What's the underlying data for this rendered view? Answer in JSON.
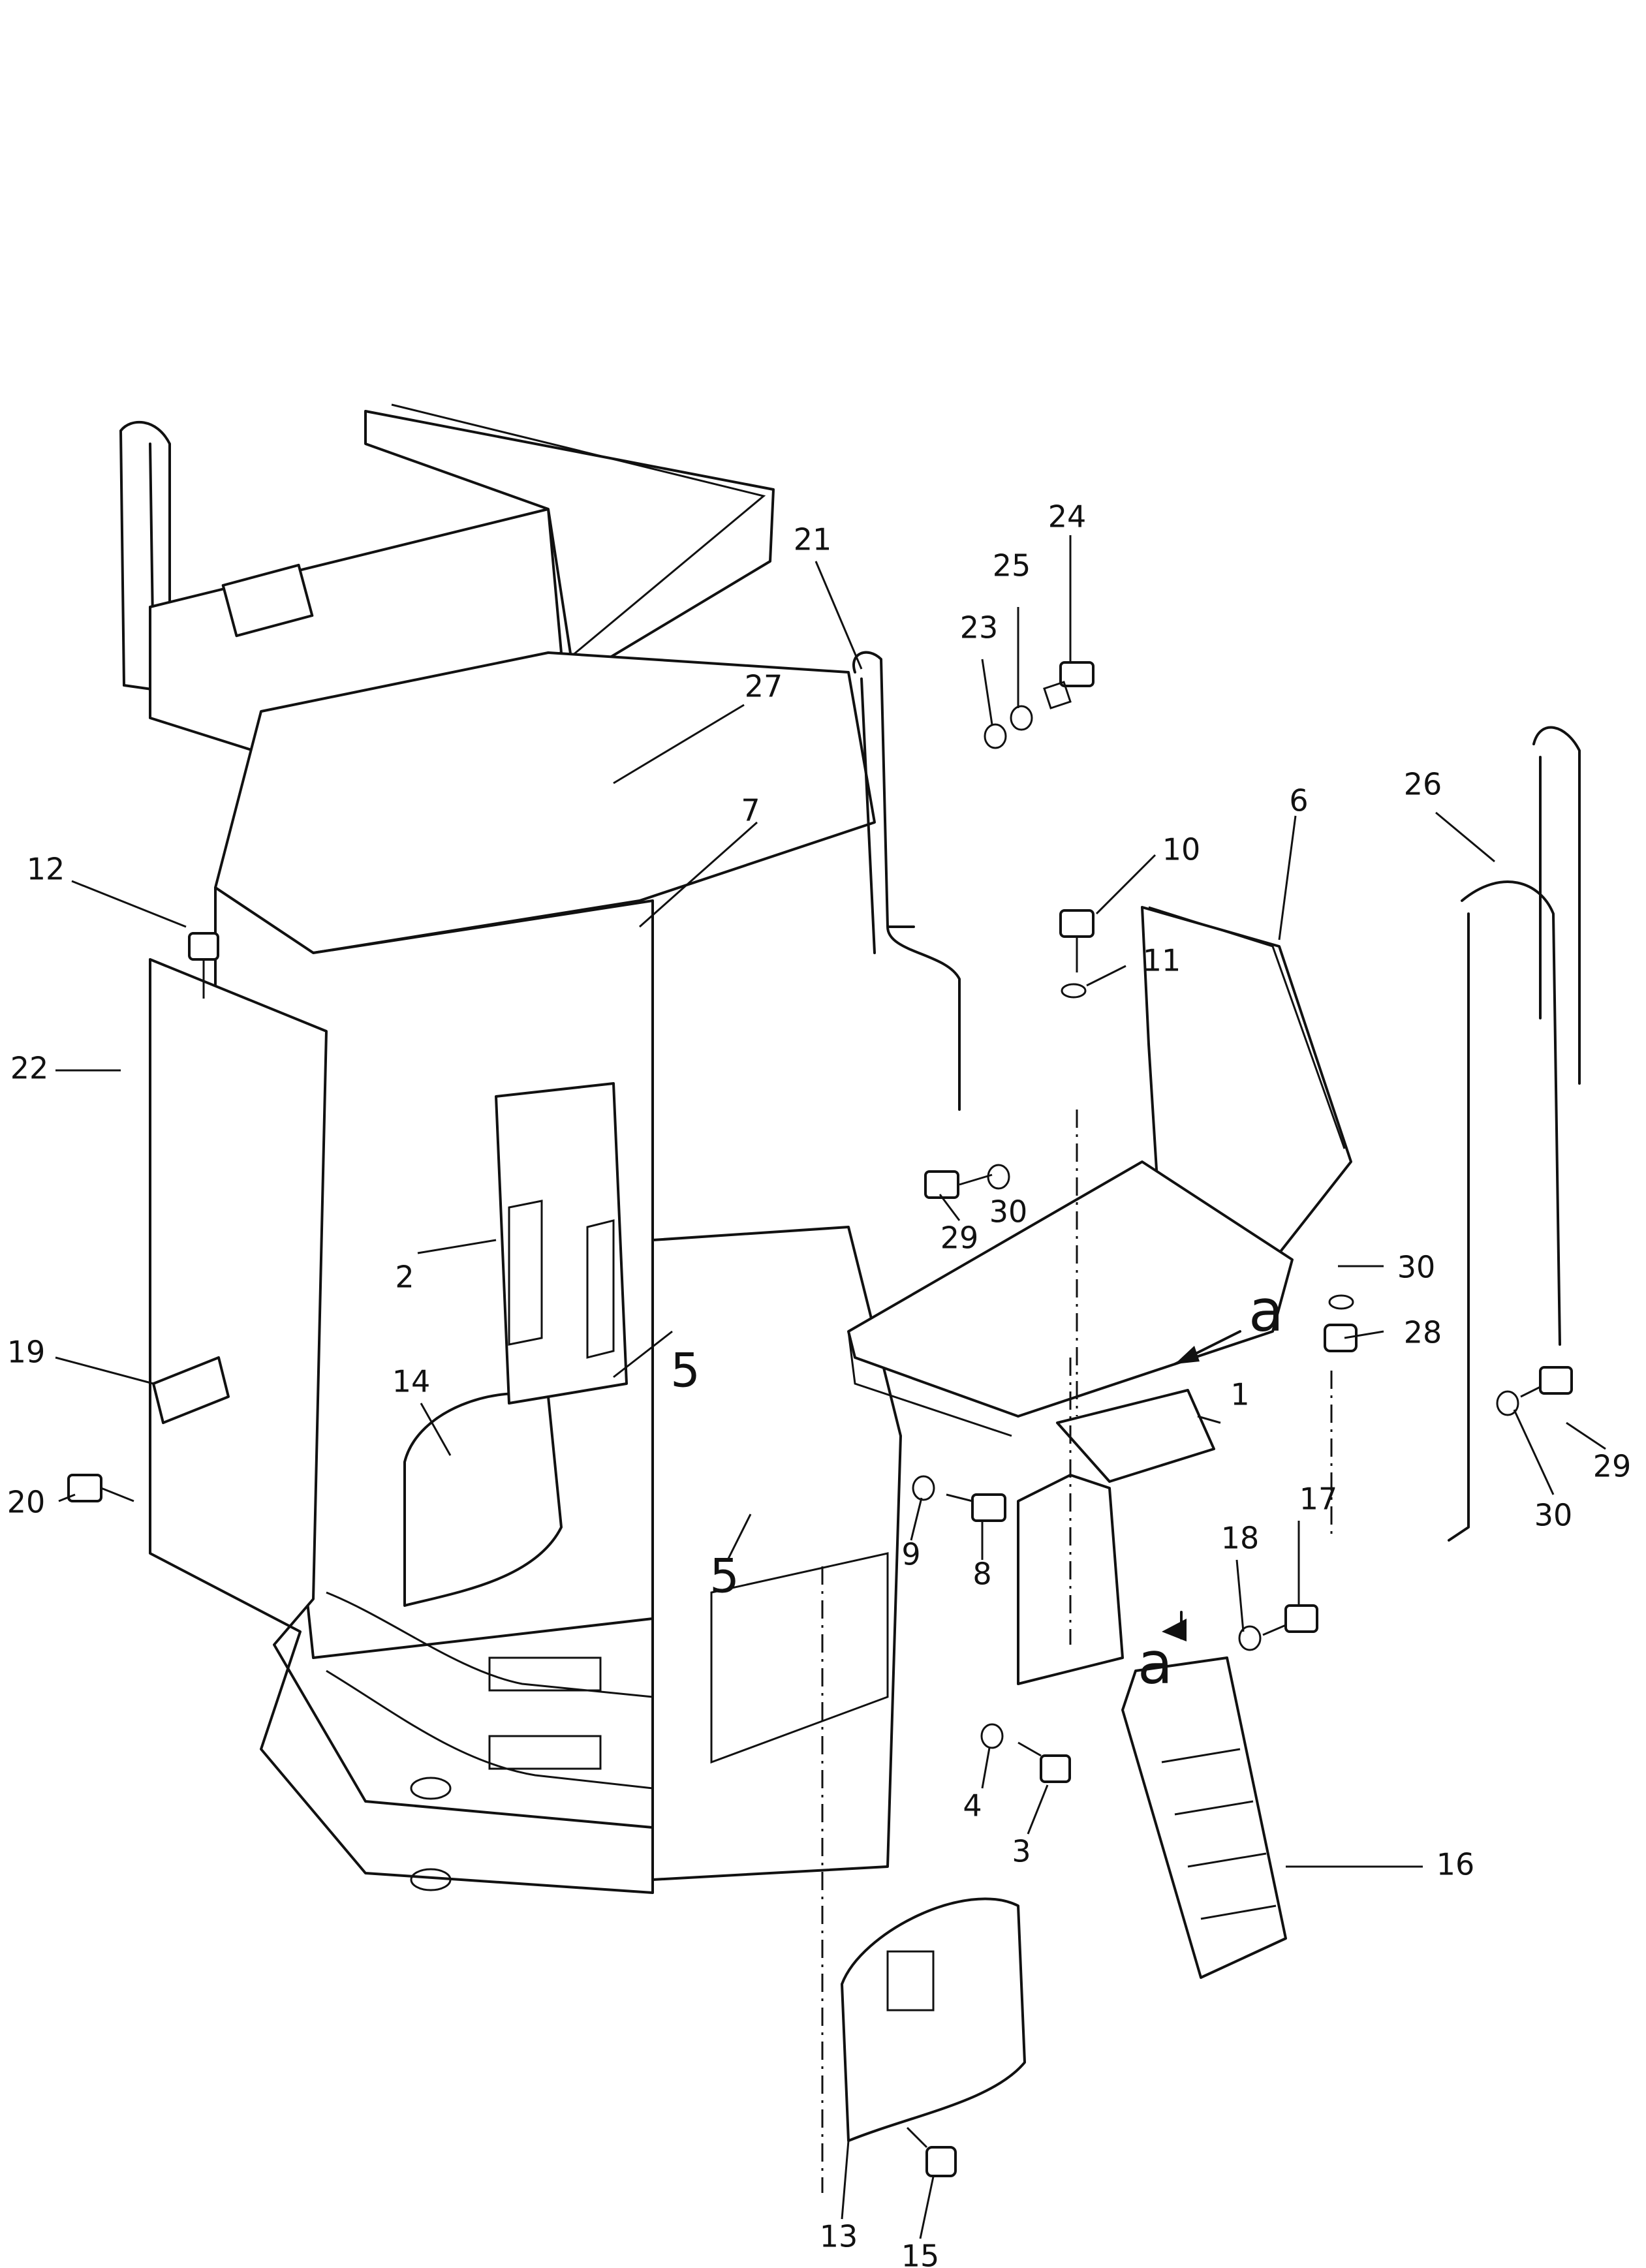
{
  "callouts": [
    {
      "id": "1",
      "text": "1"
    },
    {
      "id": "2",
      "text": "2"
    },
    {
      "id": "3",
      "text": "3"
    },
    {
      "id": "4",
      "text": "4"
    },
    {
      "id": "5a",
      "text": "5"
    },
    {
      "id": "5b",
      "text": "5"
    },
    {
      "id": "6",
      "text": "6"
    },
    {
      "id": "7",
      "text": "7"
    },
    {
      "id": "8",
      "text": "8"
    },
    {
      "id": "9",
      "text": "9"
    },
    {
      "id": "10",
      "text": "10"
    },
    {
      "id": "11",
      "text": "11"
    },
    {
      "id": "12",
      "text": "12"
    },
    {
      "id": "13",
      "text": "13"
    },
    {
      "id": "14",
      "text": "14"
    },
    {
      "id": "15",
      "text": "15"
    },
    {
      "id": "16",
      "text": "16"
    },
    {
      "id": "17",
      "text": "17"
    },
    {
      "id": "18",
      "text": "18"
    },
    {
      "id": "19",
      "text": "19"
    },
    {
      "id": "20",
      "text": "20"
    },
    {
      "id": "21",
      "text": "21"
    },
    {
      "id": "22",
      "text": "22"
    },
    {
      "id": "23",
      "text": "23"
    },
    {
      "id": "24",
      "text": "24"
    },
    {
      "id": "25",
      "text": "25"
    },
    {
      "id": "26",
      "text": "26"
    },
    {
      "id": "27",
      "text": "27"
    },
    {
      "id": "28",
      "text": "28"
    },
    {
      "id": "29a",
      "text": "29"
    },
    {
      "id": "29b",
      "text": "29"
    },
    {
      "id": "30a",
      "text": "30"
    },
    {
      "id": "30b",
      "text": "30"
    },
    {
      "id": "30c",
      "text": "30"
    }
  ],
  "view_markers": {
    "upper": "a",
    "lower": "a"
  }
}
